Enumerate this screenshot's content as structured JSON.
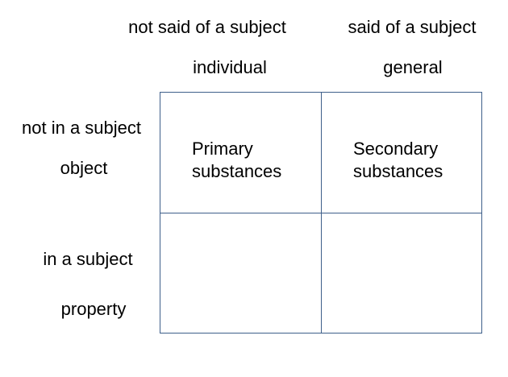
{
  "columns": [
    {
      "said": "not said of a subject",
      "kind": "individual"
    },
    {
      "said": "said of a subject",
      "kind": "general"
    }
  ],
  "rows": [
    {
      "inness": "not in a subject",
      "kind": "object"
    },
    {
      "inness": "in a subject",
      "kind": "property"
    }
  ],
  "cells": {
    "r1c1": {
      "line1": "Primary",
      "line2": "substances"
    },
    "r1c2": {
      "line1": "Secondary",
      "line2": "substances"
    }
  },
  "colors": {
    "grid_line": "#3e5f8a",
    "text": "#000000",
    "background": "#ffffff"
  }
}
